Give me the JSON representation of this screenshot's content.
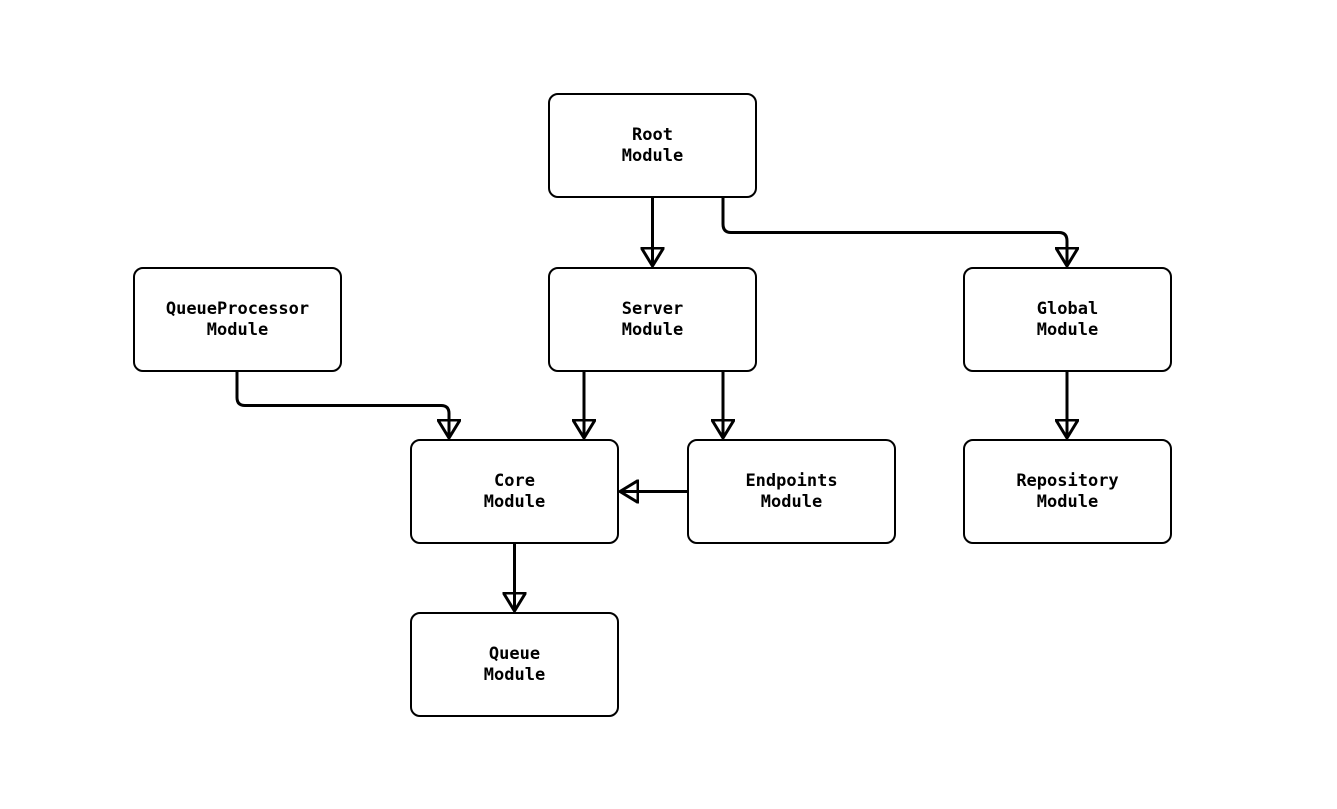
{
  "diagram": {
    "type": "flowchart",
    "colors": {
      "background": "#ffffff",
      "node_fill": "#ffffff",
      "node_stroke": "#000000",
      "edge_stroke": "#000000",
      "text": "#000000"
    },
    "nodes": {
      "root": {
        "label": "Root\nModule"
      },
      "queueproc": {
        "label": "QueueProcessor\nModule"
      },
      "server": {
        "label": "Server\nModule"
      },
      "global": {
        "label": "Global\nModule"
      },
      "core": {
        "label": "Core\nModule"
      },
      "endpoints": {
        "label": "Endpoints\nModule"
      },
      "repository": {
        "label": "Repository\nModule"
      },
      "queue": {
        "label": "Queue\nModule"
      }
    },
    "edges": [
      {
        "from": "Root Module",
        "to": "Server Module"
      },
      {
        "from": "Root Module",
        "to": "Global Module"
      },
      {
        "from": "QueueProcessor Module",
        "to": "Core Module"
      },
      {
        "from": "Server Module",
        "to": "Core Module"
      },
      {
        "from": "Server Module",
        "to": "Endpoints Module"
      },
      {
        "from": "Endpoints Module",
        "to": "Core Module"
      },
      {
        "from": "Global Module",
        "to": "Repository Module"
      },
      {
        "from": "Core Module",
        "to": "Queue Module"
      }
    ]
  }
}
